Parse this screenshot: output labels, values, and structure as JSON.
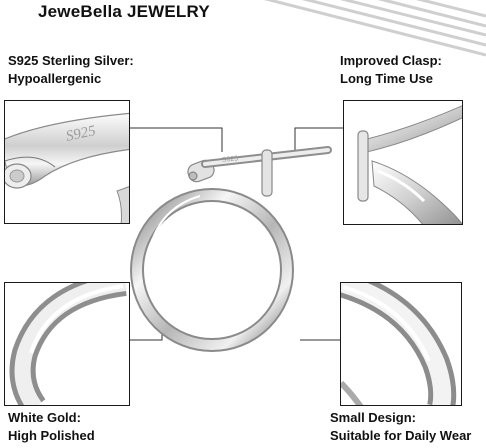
{
  "brand": {
    "name": "JeweBella JEWELRY"
  },
  "callouts": {
    "top_left": {
      "line1": "S925 Sterling Silver:",
      "line2": "Hypoallergenic"
    },
    "top_right": {
      "line1": "Improved Clasp:",
      "line2": "Long Time Use"
    },
    "bottom_left": {
      "line1": "White Gold:",
      "line2": "High Polished"
    },
    "bottom_right": {
      "line1": "Small Design:",
      "line2": "Suitable for Daily Wear"
    }
  },
  "engraving": {
    "text": "S925"
  },
  "colors": {
    "text": "#111111",
    "frame": "#1a1a1a",
    "silver_dark": "#8a8a8a",
    "silver_light": "#f4f4f4",
    "stripe": "#d0d0d0"
  }
}
